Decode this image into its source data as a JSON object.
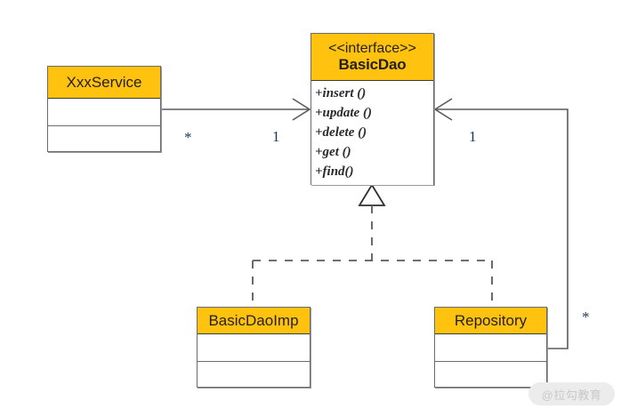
{
  "diagram": {
    "title": "BasicDao UML class diagram",
    "type": "uml-class-diagram",
    "background": "#ffffff",
    "header_color": "#FFC20E",
    "line_color": "#5a5a5a",
    "multiplicity_color": "#17365d"
  },
  "classes": {
    "xxx_service": {
      "name": "XxxService",
      "stereotype": "",
      "members": []
    },
    "basic_dao": {
      "stereotype": "<<interface>>",
      "name": "BasicDao",
      "members": [
        "+insert ()",
        "+update ()",
        "+delete ()",
        "+get ()",
        "+find()"
      ]
    },
    "basic_dao_imp": {
      "name": "BasicDaoImp",
      "stereotype": "",
      "members": []
    },
    "repository": {
      "name": "Repository",
      "stereotype": "",
      "members": []
    }
  },
  "multiplicities": {
    "service_many": "*",
    "dao_one_left": "1",
    "dao_one_right": "1",
    "repository_many": "*"
  },
  "watermark": {
    "text": "@拉勾教育"
  }
}
